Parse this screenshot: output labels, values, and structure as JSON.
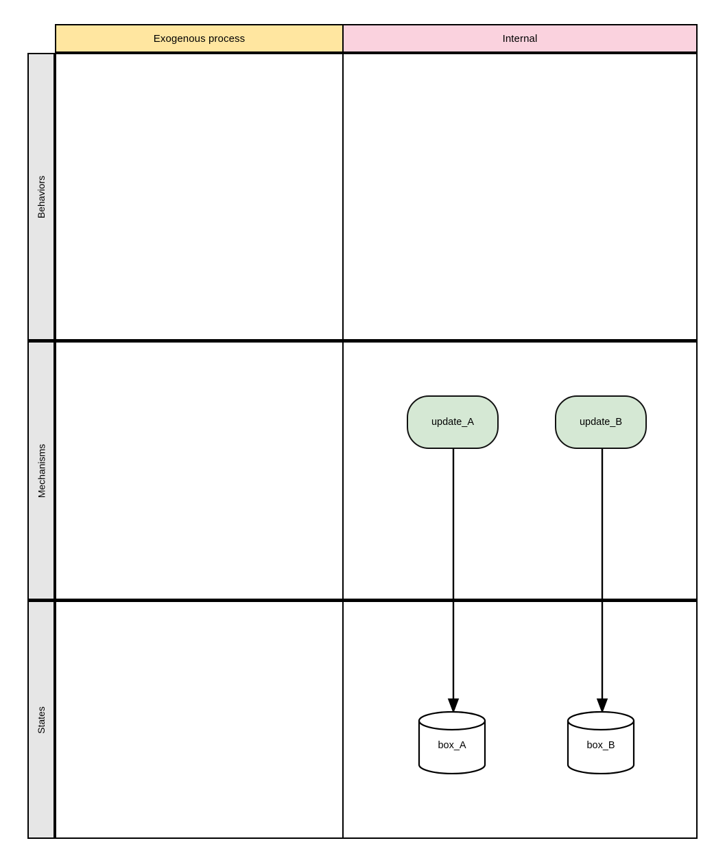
{
  "diagram": {
    "title": "Exogenous process / Internal swimlane matrix",
    "colors": {
      "header_exogenous_fill": "#ffe6a0",
      "header_internal_fill": "#fad2de",
      "row_label_fill": "#e6e6e6",
      "process_node_fill": "#d5e8d4",
      "stroke": "#000000",
      "cylinder_fill": "#ffffff",
      "canvas_background": "#ffffff"
    },
    "columns": [
      {
        "id": "exogenous",
        "label": "Exogenous process"
      },
      {
        "id": "internal",
        "label": "Internal"
      }
    ],
    "rows": [
      {
        "id": "behaviors",
        "label": "Behaviors"
      },
      {
        "id": "mechanisms",
        "label": "Mechanisms"
      },
      {
        "id": "states",
        "label": "States"
      }
    ],
    "nodes": [
      {
        "id": "update_A",
        "label": "update_A",
        "shape": "rounded-rectangle",
        "row": "mechanisms",
        "column": "internal"
      },
      {
        "id": "update_B",
        "label": "update_B",
        "shape": "rounded-rectangle",
        "row": "mechanisms",
        "column": "internal"
      },
      {
        "id": "box_A",
        "label": "box_A",
        "shape": "cylinder",
        "row": "states",
        "column": "internal"
      },
      {
        "id": "box_B",
        "label": "box_B",
        "shape": "cylinder",
        "row": "states",
        "column": "internal"
      }
    ],
    "edges": [
      {
        "id": "edge_update_A_box_A",
        "from": "update_A",
        "to": "box_A",
        "style": "solid",
        "arrowhead": "filled-triangle"
      },
      {
        "id": "edge_update_B_box_B",
        "from": "update_B",
        "to": "box_B",
        "style": "solid",
        "arrowhead": "filled-triangle"
      }
    ],
    "empty_cells": [
      {
        "row": "behaviors",
        "column": "exogenous"
      },
      {
        "row": "behaviors",
        "column": "internal"
      },
      {
        "row": "mechanisms",
        "column": "exogenous"
      },
      {
        "row": "states",
        "column": "exogenous"
      }
    ]
  }
}
